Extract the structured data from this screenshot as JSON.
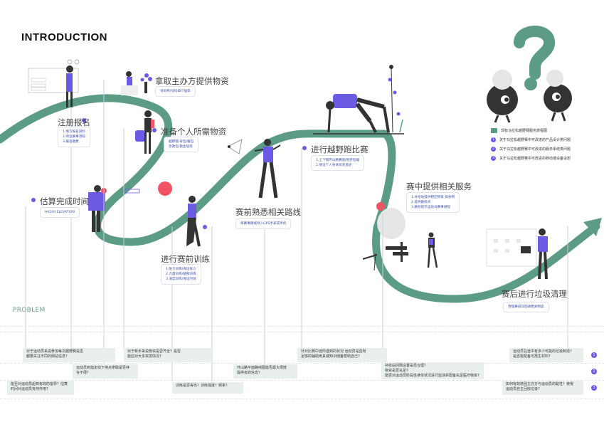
{
  "title": "INTRODUCTION",
  "stages": {
    "register": {
      "title": "注册报名",
      "details": [
        "1.填写报名资料",
        "2.阅读赛事须知",
        "3.报名缴费"
      ]
    },
    "get_supplies": {
      "title": "拿取主办方提供物资",
      "details": [
        "号码布/号码章/T恤等"
      ]
    },
    "prepare": {
      "title": "准备个人所需物资",
      "details": [
        "越野鞋/背包/腰包",
        "急救包/救生毯等"
      ]
    },
    "estimate": {
      "title": "估算完成时间",
      "details": [
        "HK100 ELEVATION"
      ]
    },
    "training": {
      "title": "进行赛前训练",
      "details": [
        "1.耐力训练/保证体力",
        "2.力量训练/腿部训练",
        "3.速度训练/保证时效"
      ]
    },
    "route": {
      "title": "赛前熟悉相关路线",
      "details": [
        "将赛事路线导入GPS手表或手机"
      ]
    },
    "race": {
      "title": "进行越野跑比赛",
      "details": [
        "1.上下坡环山路赛道/地势险峻",
        "2.保证个人身体状况良好"
      ]
    },
    "service": {
      "title": "赛中提供相关服务",
      "details": [
        "1.补给站提供相应物资 如食物",
        "2.提供路标点",
        "3.路标提示运动员赛事进程"
      ]
    },
    "cleanup": {
      "title": "赛后进行垃圾清理",
      "details": [
        "清理赛道及回收相关物品"
      ]
    }
  },
  "legend": {
    "title": "现有马拉松越野赛服务旅程图",
    "items": [
      {
        "num": "1",
        "text": "关于马拉松越野赛中可改进的产品设计类问题"
      },
      {
        "num": "2",
        "text": "关于马拉松越野赛中可改进的服务系统类问题"
      },
      {
        "num": "3",
        "text": "关于马拉松越野赛中可改进的移动端设备设想"
      }
    ]
  },
  "problem_label": "PROBLEM",
  "problems": {
    "p1": [
      "对于运动员来说参加每次越野赛是否",
      "都要关注不同的网站信息？"
    ],
    "p2": [
      "运动员到指定线下地点拿取是否存",
      "在不便?"
    ],
    "p3": [
      "能否对运动员起到有效的指导？估算",
      "时间对运动员有何作用？"
    ],
    "p4": [
      "对于新手来说物资是否齐全？是否",
      "能应对大多突发情况?"
    ],
    "p5": [
      "训练是否得当？训练强度？频率？"
    ],
    "p6": [
      "环山路平面路线图能否最大限度",
      "提供有效信息？"
    ],
    "p7": [
      "针对比赛中途所遇到的状况 运动员是否有",
      "足够的辅助用具或知识储备帮助自己?"
    ],
    "p8": [
      "补给站间隔设置是否合理？",
      "物资是否充足？",
      "能否对运动员阶段性身体状况进行监测并配备充足医疗物资?"
    ],
    "p9": [
      "运动员在途中有多少可能的垃圾制造？",
      "是否能配备可再生材料？"
    ],
    "p10": [
      "如何有效增强主办方与运动员的黏性？使得",
      "运动员自主回收垃圾？"
    ]
  },
  "row_numbers": [
    "1",
    "2",
    "3"
  ],
  "colors": {
    "path": "#5c9c84",
    "accent": "#6a5be2",
    "red": "#f15362",
    "cell": "#e9f0ec"
  }
}
